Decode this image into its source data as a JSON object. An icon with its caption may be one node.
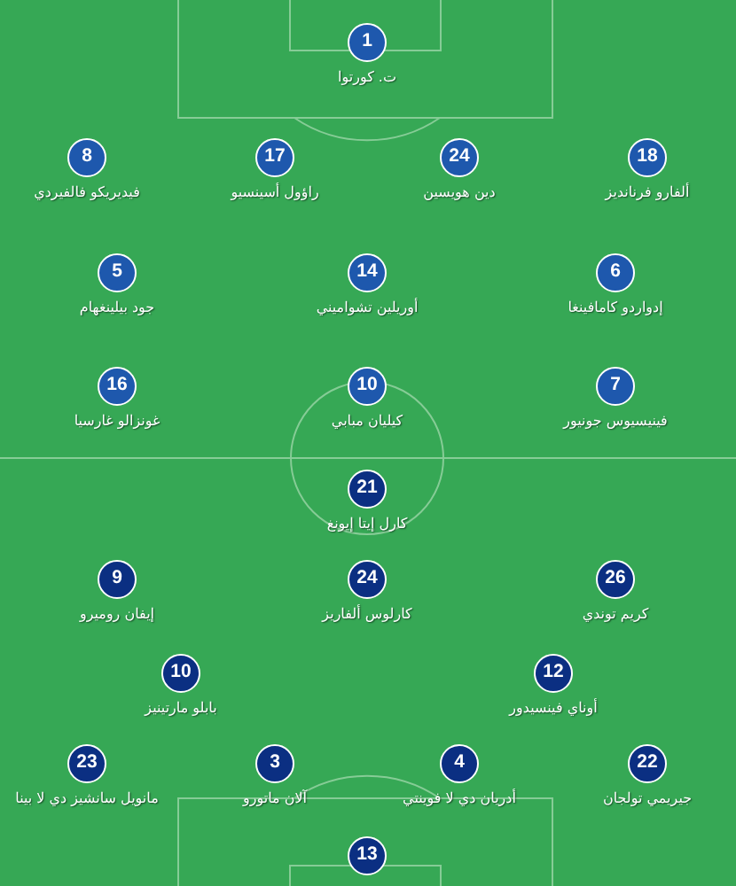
{
  "diagram": {
    "nodes": [
      {
        "text": [
          "1",
          "ت. كورتوا"
        ]
      },
      {
        "text": [
          "8",
          "فيديريكو فالفيردي"
        ]
      },
      {
        "text": [
          "17",
          "راؤول أسينسيو"
        ]
      },
      {
        "text": [
          "24",
          "دين هويسين"
        ]
      },
      {
        "text": [
          "18",
          "ألفارو فرنانديز"
        ]
      },
      {
        "text": [
          "5",
          "جود بيلينغهام"
        ]
      },
      {
        "text": [
          "14",
          "أوريلين تشواميني"
        ]
      },
      {
        "text": [
          "6",
          "إدواردو كامافينغا"
        ]
      },
      {
        "text": [
          "16",
          "غونزالو غارسيا"
        ]
      },
      {
        "text": [
          "10",
          "كيليان مبابي"
        ]
      },
      {
        "text": [
          "7",
          "فينيسيوس جونيور"
        ]
      },
      {
        "text": [
          "21",
          "كارل إيتا إيونغ"
        ]
      },
      {
        "text": [
          "9",
          "إيفان روميرو"
        ]
      },
      {
        "text": [
          "24",
          "كارلوس ألفاريز"
        ]
      },
      {
        "text": [
          "26",
          "كريم توندي"
        ]
      },
      {
        "text": [
          "10",
          "بابلو مارتينيز"
        ]
      },
      {
        "text": [
          "12",
          "أوناي فينسيدور"
        ]
      },
      {
        "text": [
          "23",
          "مانويل سانشيز دي لا بينا"
        ]
      },
      {
        "text": [
          "3",
          "آلان ماتورو"
        ]
      },
      {
        "text": [
          "4",
          "أدريان دي لا فوينتي"
        ]
      },
      {
        "text": [
          "22",
          "جيريمي تولجان"
        ]
      },
      {
        "text": [
          "13"
        ]
      }
    ]
  }
}
